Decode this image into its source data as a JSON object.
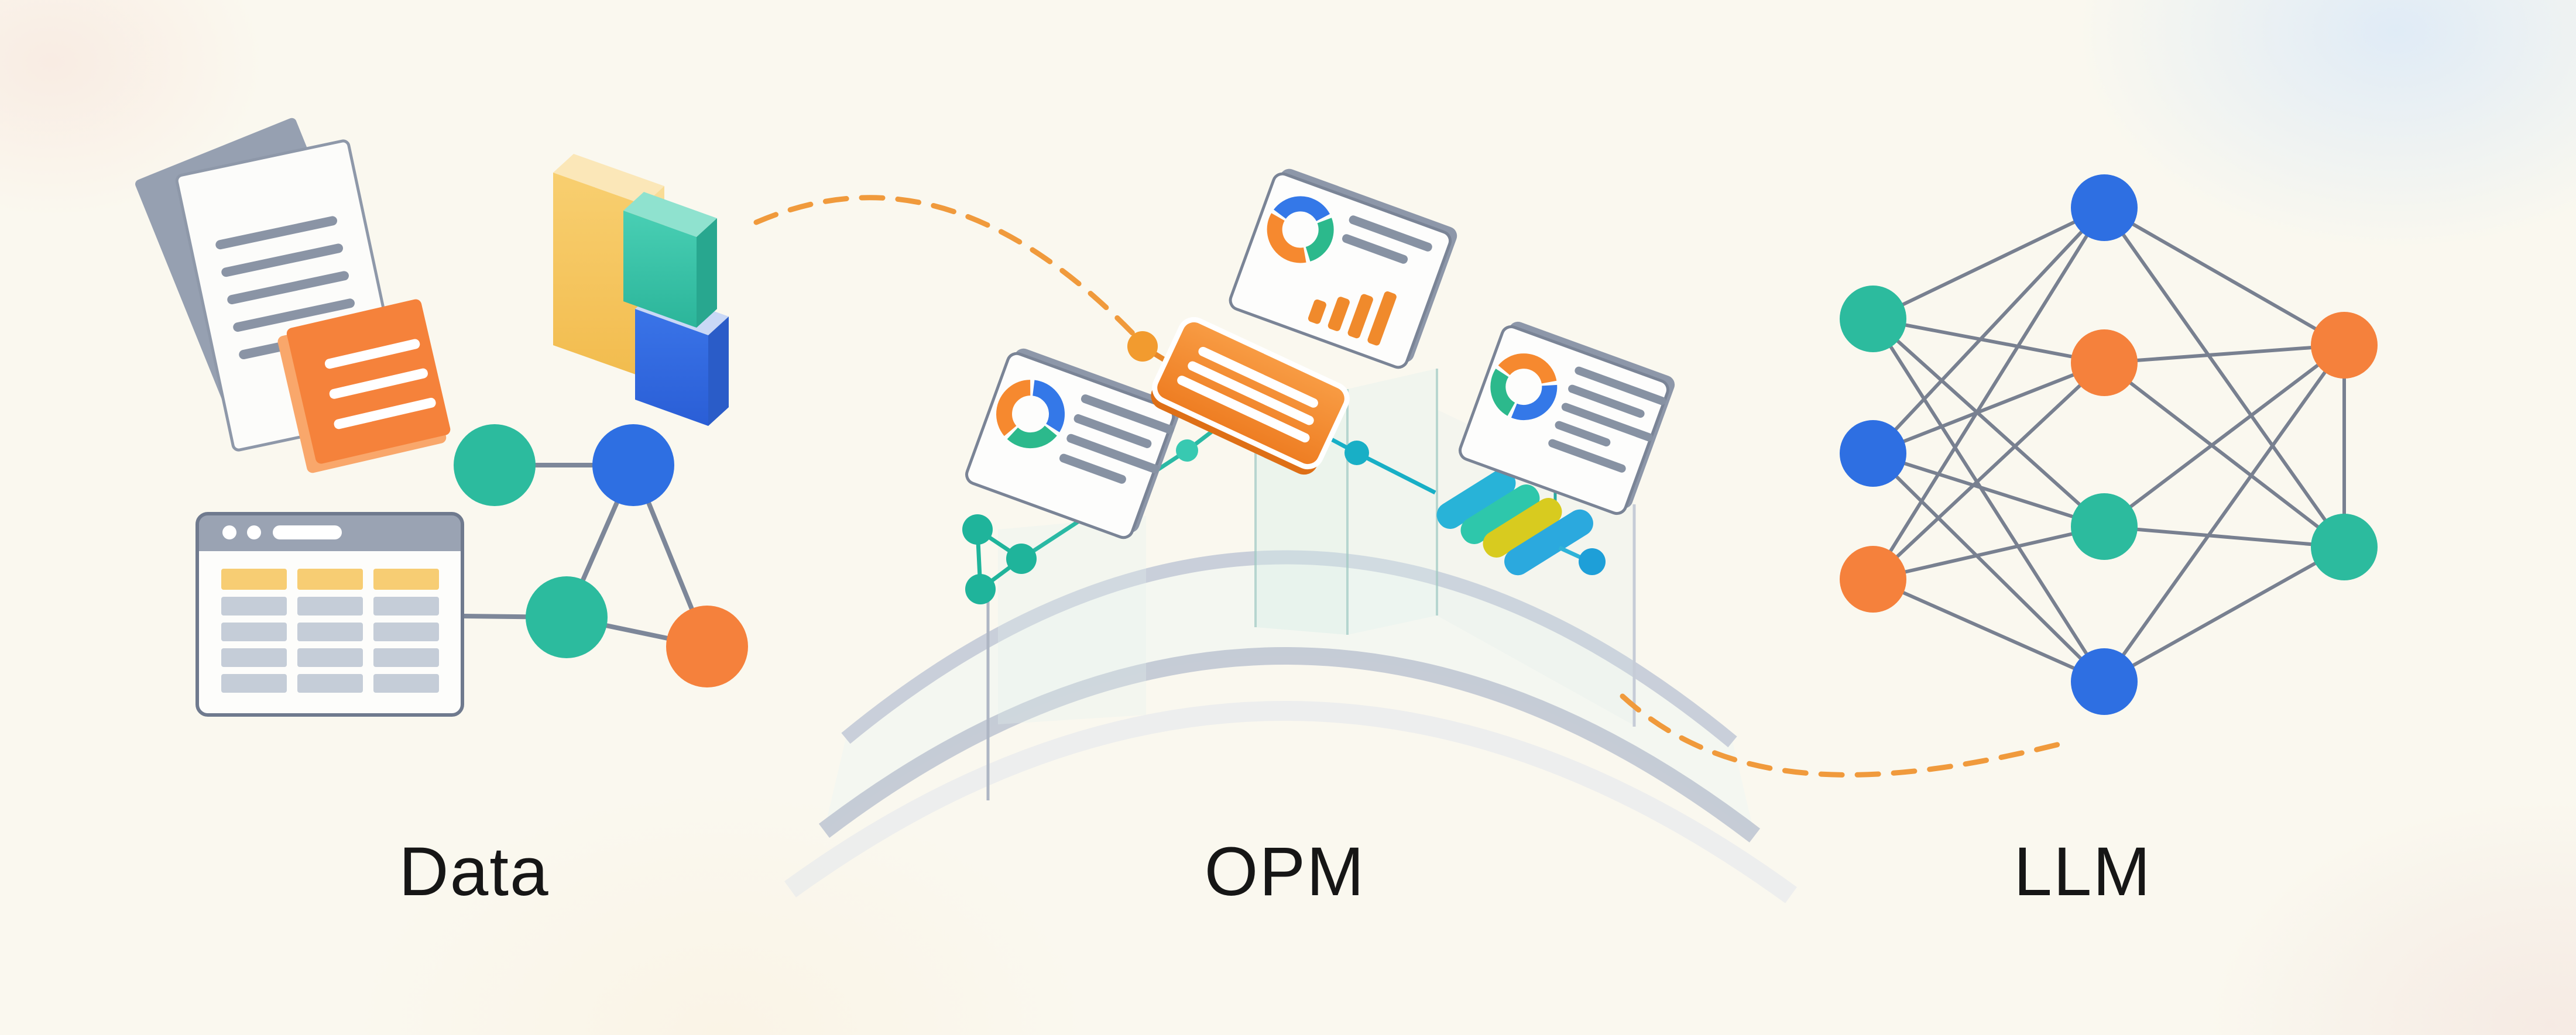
{
  "title": "Data to LLM pipeline illustration",
  "sections": {
    "data": {
      "label": "Data",
      "components": [
        "stacked-documents-icon",
        "3d-bar-blocks-icon",
        "entity-graph-icon",
        "browser-table-icon"
      ]
    },
    "opm": {
      "label": "OPM",
      "components": [
        "donut-dashboard-card-left",
        "donut-dashboard-card-top",
        "donut-dashboard-card-right",
        "orange-list-card",
        "teal-mini-graph",
        "cyan-flow-line",
        "stacked-parallelogram-bars",
        "arc-platform"
      ]
    },
    "llm": {
      "label": "LLM",
      "components": [
        "neural-network-graph"
      ],
      "network": {
        "layers": [
          3,
          4,
          2
        ],
        "node_colors_left": [
          "teal",
          "blue",
          "orange"
        ],
        "node_colors_middle": [
          "blue",
          "orange",
          "teal",
          "blue"
        ],
        "node_colors_right": [
          "orange",
          "teal"
        ]
      }
    }
  },
  "connectors": [
    {
      "name": "data-to-opm",
      "style": "dashed",
      "color": "#F09A3C"
    },
    {
      "name": "opm-to-llm",
      "style": "dashed",
      "color": "#F09A3C"
    }
  ],
  "palette": {
    "background": "#FAF8EF",
    "accent_orange": "#F5833C",
    "accent_blue": "#2E6FE2",
    "accent_teal": "#2CBB9E",
    "accent_yellow": "#F6C45E",
    "accent_cyan": "#28B1D4",
    "accent_olive": "#D8CB1F",
    "line_gray": "#7D8799",
    "card_border": "#7A8496",
    "arc_gray": "#C3C9D6"
  }
}
